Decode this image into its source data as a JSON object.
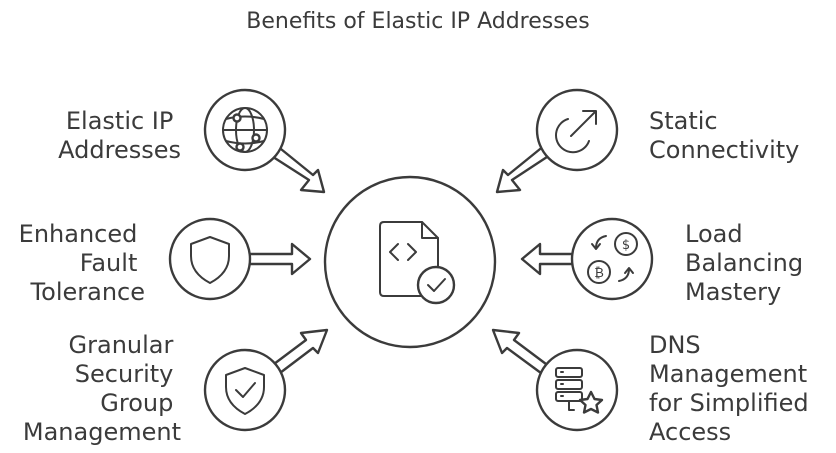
{
  "title": "Benefits of Elastic IP Addresses",
  "colors": {
    "stroke": "#3b3b3b",
    "background": "#ffffff"
  },
  "center": {
    "icon": "code-document-check-icon"
  },
  "benefits": [
    {
      "id": "elastic-ip",
      "lines": [
        "Elastic IP",
        "Addresses"
      ],
      "icon": "globe-network-icon"
    },
    {
      "id": "fault-tolerance",
      "lines": [
        "Enhanced",
        "Fault",
        "Tolerance"
      ],
      "icon": "shield-icon"
    },
    {
      "id": "security-group",
      "lines": [
        "Granular",
        "Security",
        "Group",
        "Management"
      ],
      "icon": "shield-check-icon"
    },
    {
      "id": "static-connectivity",
      "lines": [
        "Static",
        "Connectivity"
      ],
      "icon": "external-link-arrow-icon"
    },
    {
      "id": "load-balancing",
      "lines": [
        "Load",
        "Balancing",
        "Mastery"
      ],
      "icon": "currency-exchange-icon"
    },
    {
      "id": "dns-management",
      "lines": [
        "DNS",
        "Management",
        "for Simplified",
        "Access"
      ],
      "icon": "server-star-icon"
    }
  ]
}
